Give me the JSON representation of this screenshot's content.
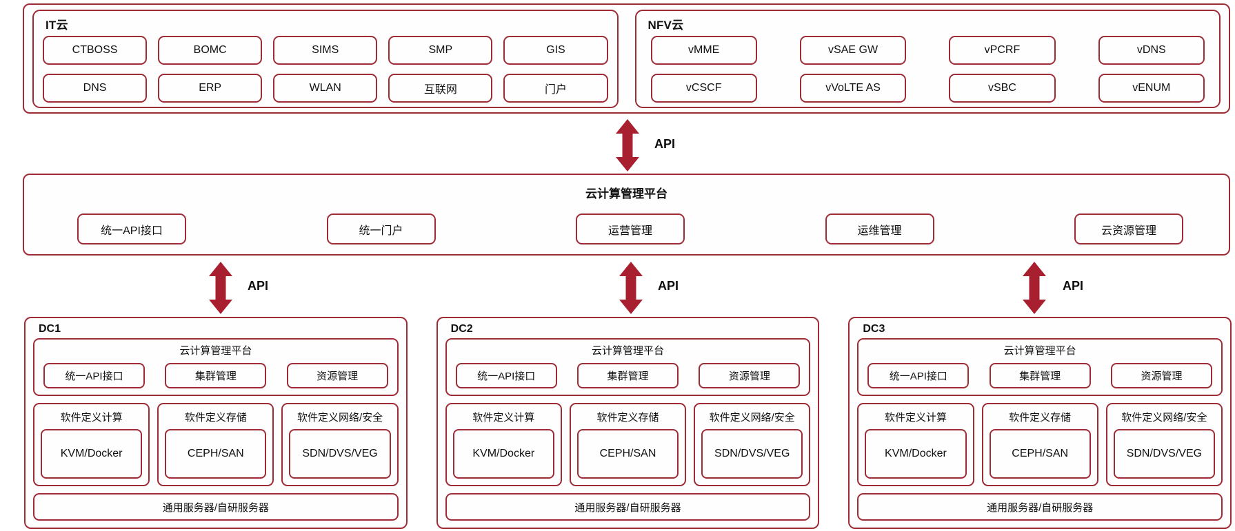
{
  "colors": {
    "box_border": "#9e2b35",
    "arrow": "#a8202f",
    "text": "#111111",
    "background": "#ffffff"
  },
  "labels": {
    "api": "API"
  },
  "top": {
    "it_cloud": {
      "title": "IT云",
      "apps": [
        "CTBOSS",
        "BOMC",
        "SIMS",
        "SMP",
        "GIS",
        "DNS",
        "ERP",
        "WLAN",
        "互联网",
        "门户"
      ]
    },
    "nfv_cloud": {
      "title": "NFV云",
      "apps": [
        "vMME",
        "vSAE GW",
        "vPCRF",
        "vDNS",
        "vCSCF",
        "vVoLTE AS",
        "vSBC",
        "vENUM"
      ]
    }
  },
  "platform": {
    "title": "云计算管理平台",
    "modules": [
      "统一API接口",
      "统一门户",
      "运营管理",
      "运维管理",
      "云资源管理"
    ]
  },
  "datacenters": [
    {
      "title": "DC1",
      "platform": {
        "title": "云计算管理平台",
        "modules": [
          "统一API接口",
          "集群管理",
          "资源管理"
        ]
      },
      "sd_layers": [
        {
          "title": "软件定义计算",
          "tech": "KVM/Docker"
        },
        {
          "title": "软件定义存储",
          "tech": "CEPH/SAN"
        },
        {
          "title": "软件定义网络/安全",
          "tech": "SDN/DVS/VEG"
        }
      ],
      "server": "通用服务器/自研服务器"
    },
    {
      "title": "DC2",
      "platform": {
        "title": "云计算管理平台",
        "modules": [
          "统一API接口",
          "集群管理",
          "资源管理"
        ]
      },
      "sd_layers": [
        {
          "title": "软件定义计算",
          "tech": "KVM/Docker"
        },
        {
          "title": "软件定义存储",
          "tech": "CEPH/SAN"
        },
        {
          "title": "软件定义网络/安全",
          "tech": "SDN/DVS/VEG"
        }
      ],
      "server": "通用服务器/自研服务器"
    },
    {
      "title": "DC3",
      "platform": {
        "title": "云计算管理平台",
        "modules": [
          "统一API接口",
          "集群管理",
          "资源管理"
        ]
      },
      "sd_layers": [
        {
          "title": "软件定义计算",
          "tech": "KVM/Docker"
        },
        {
          "title": "软件定义存储",
          "tech": "CEPH/SAN"
        },
        {
          "title": "软件定义网络/安全",
          "tech": "SDN/DVS/VEG"
        }
      ],
      "server": "通用服务器/自研服务器"
    }
  ]
}
